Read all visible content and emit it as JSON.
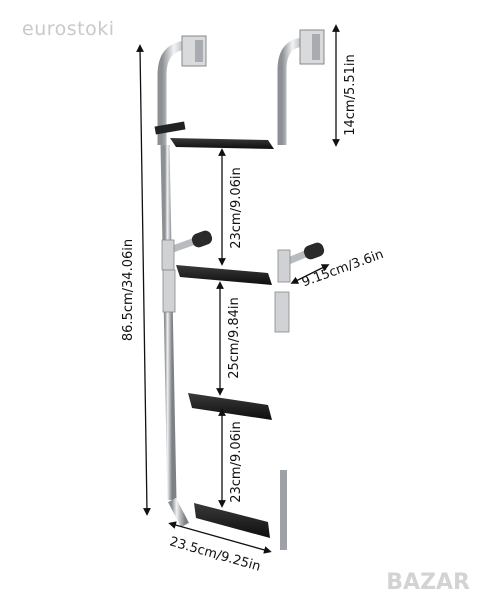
{
  "watermarks": {
    "top": "eurostoki",
    "bottom": "BAZAR"
  },
  "dimensions": {
    "total_height": "86.5cm/34.06in",
    "top_hook": "14cm/5.51in",
    "step_gap_1": "23cm/9.06in",
    "step_gap_2": "25cm/9.84in",
    "step_gap_3": "23cm/9.06in",
    "handle": "9.15cm/3.6in",
    "width": "23.5cm/9.25in"
  },
  "colors": {
    "metal": "#c7c9cc",
    "metal_dark": "#8c8f93",
    "step": "#1b1b1b",
    "grip": "#2a2a2a",
    "dim_line": "#111111"
  }
}
